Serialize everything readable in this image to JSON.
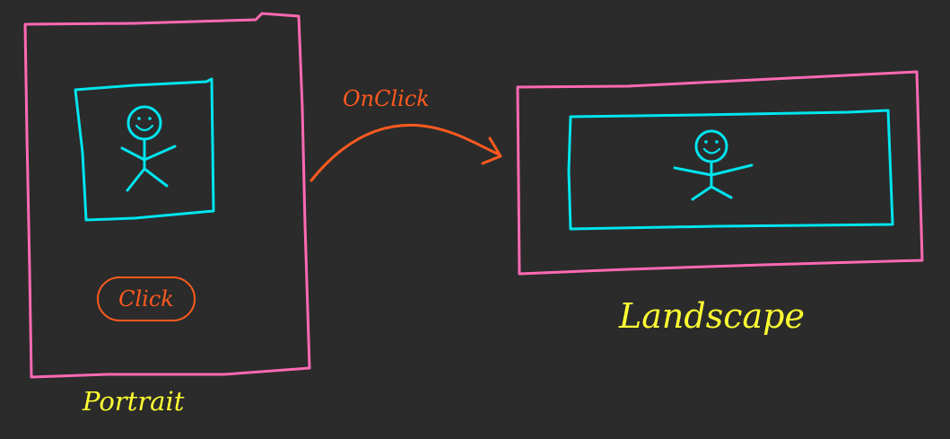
{
  "labels": {
    "portrait": "Portrait",
    "landscape": "Landscape",
    "transition": "OnClick",
    "button": "Click"
  },
  "colors": {
    "background": "#2b2b2b",
    "device_frame": "#ff69b4",
    "screen": "#00e5ee",
    "stick_figure": "#00e5ee",
    "caption": "#ffff33",
    "action": "#ff5a1f"
  },
  "icons": [
    "stick-figure-icon",
    "arrow-right-icon"
  ]
}
